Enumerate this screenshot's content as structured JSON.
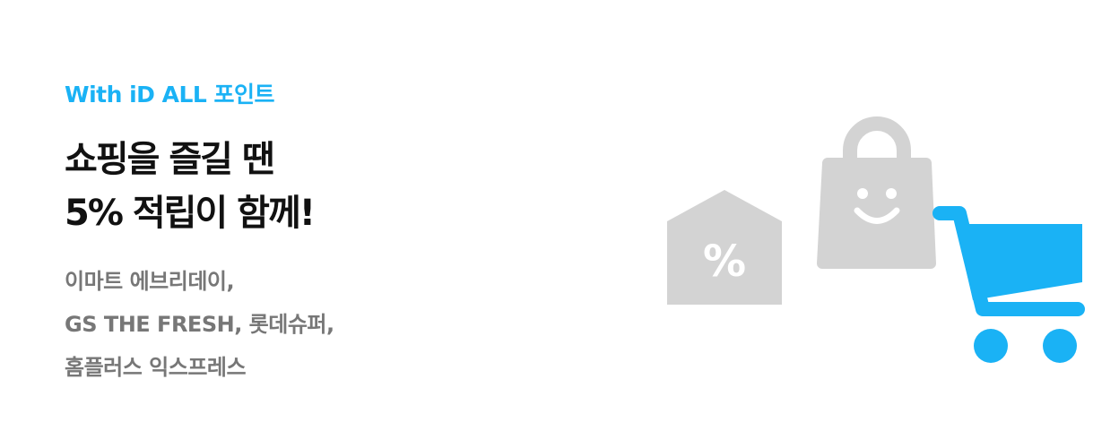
{
  "banner": {
    "eyebrow": "With iD ALL 포인트",
    "headline": [
      "쇼핑을 즐길 땐",
      "5% 적립이 함께!"
    ],
    "stores": [
      "이마트 에브리데이,",
      "GS THE FRESH, 롯데슈퍼,",
      "홈플러스 익스프레스"
    ],
    "house_label": "%"
  },
  "colors": {
    "accent": "#1ab2f5",
    "headline": "#111111",
    "subtext": "#777777",
    "icon_gray": "#d3d3d3"
  },
  "icons": [
    "discount-tag-icon",
    "shopping-bag-icon",
    "shopping-cart-icon"
  ]
}
